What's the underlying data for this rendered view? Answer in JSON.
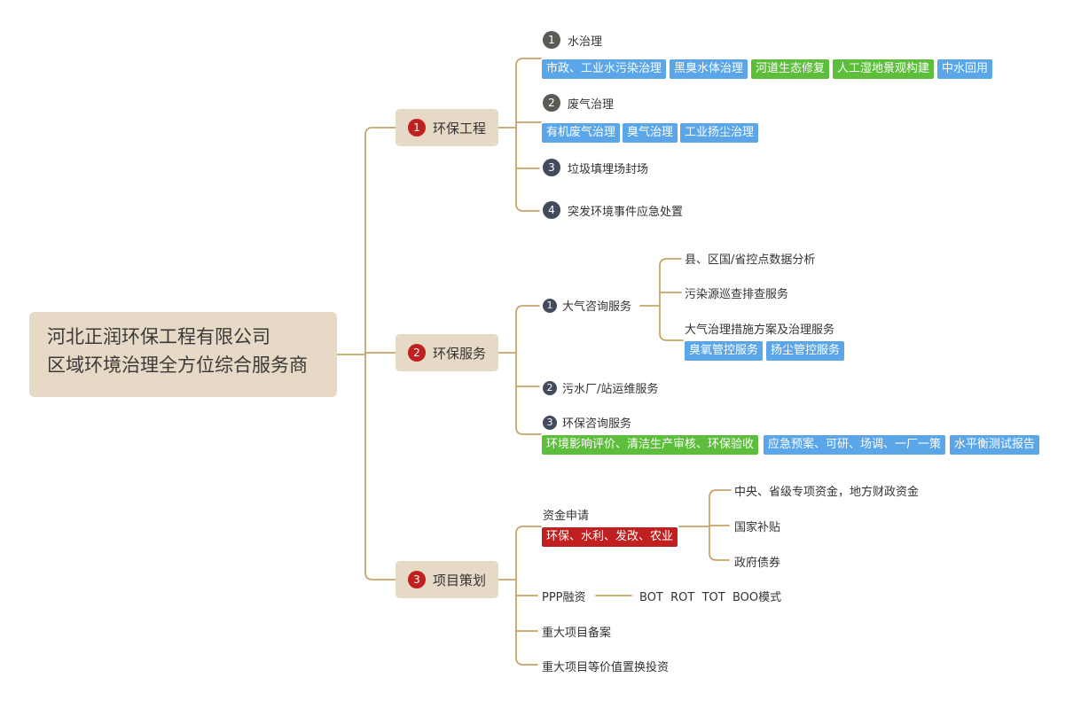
{
  "colors": {
    "line": "#c8a46a",
    "node_bg": "#e6d9c6",
    "blue_tag": "#5aa6e8",
    "green_tag": "#5cbe3a",
    "red_tag": "#c0201f",
    "num_red": "#c0201f",
    "num_dark": "#5c5a55"
  },
  "root": {
    "line1": "河北正润环保工程有限公司",
    "line2": "区域环境治理全方位综合服务商"
  },
  "branches": [
    {
      "num": "1",
      "label": "环保工程"
    },
    {
      "num": "2",
      "label": "环保服务"
    },
    {
      "num": "3",
      "label": "项目策划"
    }
  ],
  "eng": {
    "water": {
      "num": "1",
      "label": "水治理",
      "tags": [
        "市政、工业水污染治理",
        "黑臭水体治理",
        "河道生态修复",
        "人工湿地景观构建",
        "中水回用"
      ]
    },
    "gas": {
      "num": "2",
      "label": "废气治理",
      "tags": [
        "有机废气治理",
        "臭气治理",
        "工业扬尘治理"
      ]
    },
    "landfill": {
      "num": "3",
      "label": "垃圾填埋场封场"
    },
    "emergency": {
      "num": "4",
      "label": "突发环境事件应急处置"
    }
  },
  "service": {
    "air": {
      "num": "1",
      "label": "大气咨询服务",
      "children": [
        "县、区国/省控点数据分析",
        "污染源巡查排查服务",
        "大气治理措施方案及治理服务"
      ],
      "tags": [
        "臭氧管控服务",
        "扬尘管控服务"
      ]
    },
    "plant": {
      "num": "2",
      "label": "污水厂/站运维服务"
    },
    "consult": {
      "num": "3",
      "label": "环保咨询服务",
      "tags": [
        "环境影响评价、清洁生产审核、环保验收",
        "应急预案、可研、场调、一厂一策",
        "水平衡测试报告"
      ]
    }
  },
  "plan": {
    "fund": {
      "label": "资金申请",
      "tag": "环保、水利、发改、农业",
      "children": [
        "中央、省级专项资金，地方财政资金",
        "国家补贴",
        "政府债券"
      ]
    },
    "ppp": {
      "label": "PPP融资",
      "child": "BOT  ROT  TOT  BOO模式"
    },
    "record": {
      "label": "重大项目备案"
    },
    "swap": {
      "label": "重大项目等价值置换投资"
    }
  }
}
